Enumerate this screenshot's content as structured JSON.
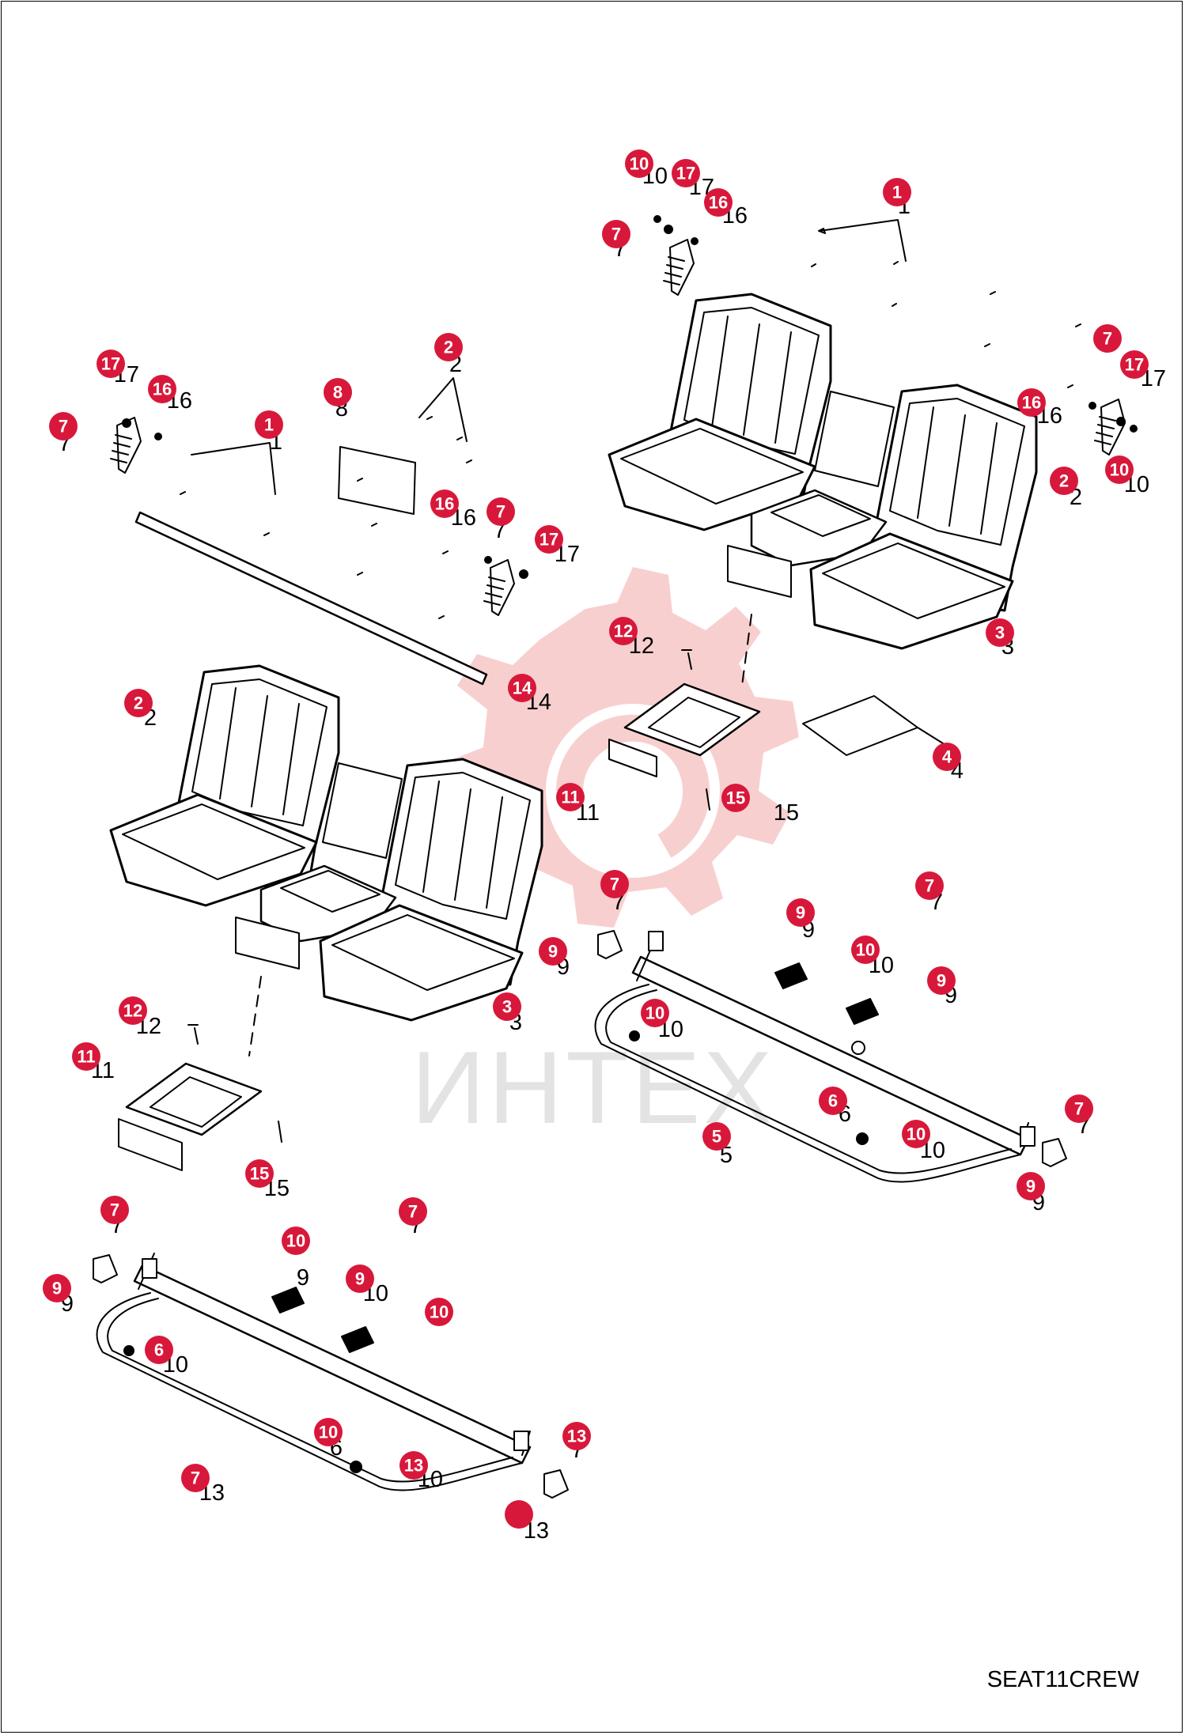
{
  "drawing": {
    "reference": "SEAT11CREW",
    "callout_color": "#d8183a"
  },
  "watermark": {
    "text": "ИНТЕХ",
    "gear_color": "#f7c9c9"
  },
  "callouts": [
    "10",
    "17",
    "16",
    "7",
    "1",
    "2",
    "8",
    "1",
    "17",
    "16",
    "7",
    "16",
    "7",
    "17",
    "7",
    "17",
    "16",
    "10",
    "2",
    "3",
    "12",
    "14",
    "2",
    "11",
    "15",
    "4",
    "7",
    "9",
    "7",
    "9",
    "10",
    "9",
    "10",
    "3",
    "12",
    "11",
    "15",
    "6",
    "10",
    "5",
    "7",
    "9",
    "7",
    "9",
    "7",
    "10",
    "9",
    "10",
    "6",
    "10",
    "13",
    "7",
    "13"
  ]
}
